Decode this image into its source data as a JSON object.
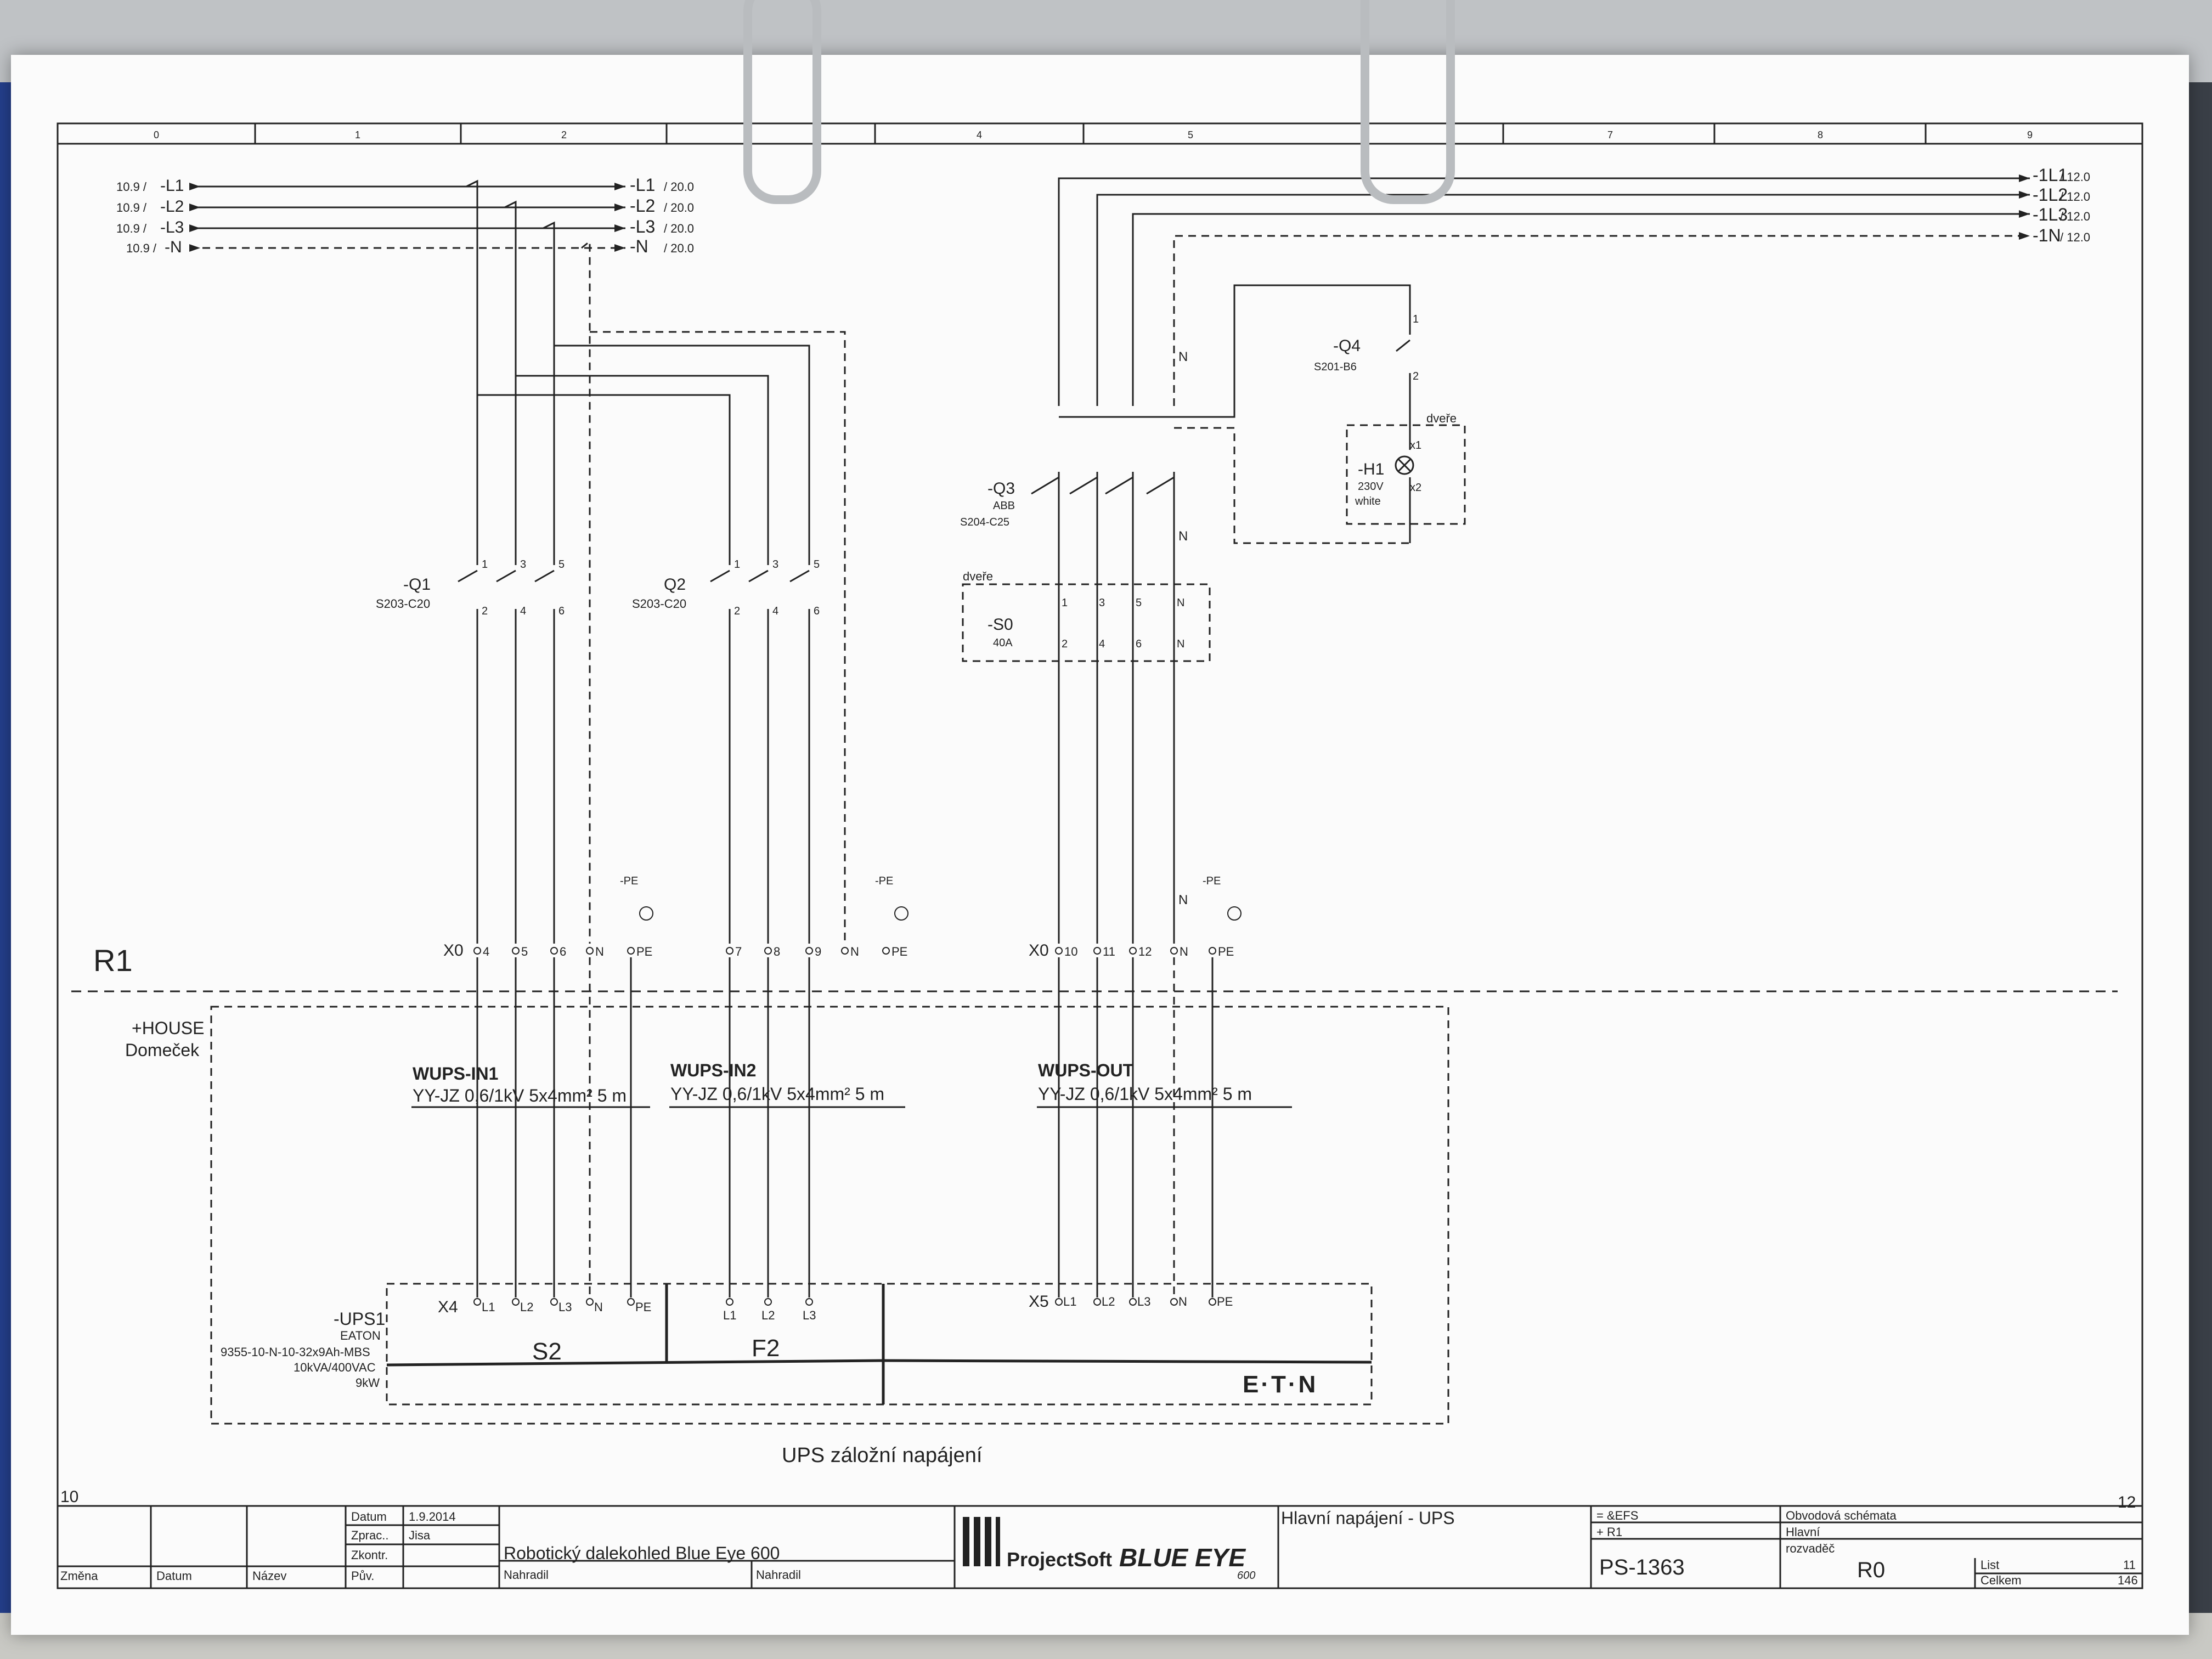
{
  "frame": {
    "columns": [
      "0",
      "1",
      "2",
      "",
      "4",
      "5",
      "",
      "7",
      "8",
      "9"
    ],
    "left_page_number": "10",
    "right_page_number": "12"
  },
  "inputs": [
    {
      "ref": "10.9 /",
      "name": "-L1"
    },
    {
      "ref": "10.9 /",
      "name": "-L2"
    },
    {
      "ref": "10.9 /",
      "name": "-L3"
    },
    {
      "ref": "10.9 /",
      "name": "-N"
    }
  ],
  "through_outputs": [
    {
      "name": "-L1",
      "ref": "/ 20.0"
    },
    {
      "name": "-L2",
      "ref": "/ 20.0"
    },
    {
      "name": "-L3",
      "ref": "/ 20.0"
    },
    {
      "name": "-N",
      "ref": "/ 20.0"
    }
  ],
  "right_outputs": [
    {
      "name": "-1L1",
      "ref": "/ 12.0"
    },
    {
      "name": "-1L2",
      "ref": "/ 12.0"
    },
    {
      "name": "-1L3",
      "ref": "/ 12.0"
    },
    {
      "name": "-1N",
      "ref": "/ 12.0"
    }
  ],
  "breakers": {
    "q1": {
      "name": "-Q1",
      "type": "S203-C20",
      "pins_top": [
        "1",
        "3",
        "5"
      ],
      "pins_bottom": [
        "2",
        "4",
        "6"
      ]
    },
    "q2": {
      "name": "Q2",
      "type": "S203-C20",
      "pins_top": [
        "1",
        "3",
        "5"
      ],
      "pins_bottom": [
        "2",
        "4",
        "6"
      ]
    },
    "q3": {
      "name": "-Q3",
      "maker": "ABB",
      "type": "S204-C25"
    },
    "q4": {
      "name": "-Q4",
      "type": "S201-B6",
      "pin_top": "1",
      "pin_bottom": "2"
    },
    "s0": {
      "name": "-S0",
      "rating": "40A",
      "box_label": "dveře",
      "pins_top": [
        "1",
        "3",
        "5",
        "N"
      ],
      "pins_bottom": [
        "2",
        "4",
        "6",
        "N"
      ]
    },
    "h1": {
      "name": "-H1",
      "voltage": "230V",
      "color": "white",
      "box_label": "dveře",
      "pin_x1": "x1",
      "pin_x2": "x2"
    }
  },
  "n_label": "N",
  "pe_label": "-PE",
  "terminals": {
    "x0a": {
      "name": "X0",
      "pins": [
        "4",
        "5",
        "6",
        "N",
        "PE",
        "7",
        "8",
        "9",
        "N",
        "PE"
      ]
    },
    "x0b": {
      "name": "X0",
      "pins": [
        "10",
        "11",
        "12",
        "N",
        "PE"
      ]
    },
    "x4": {
      "name": "X4",
      "pins": [
        "L1",
        "L2",
        "L3",
        "N",
        "PE"
      ]
    },
    "f2_pins": [
      "L1",
      "L2",
      "L3"
    ],
    "x5": {
      "name": "X5",
      "pins": [
        "L1",
        "L2",
        "L3",
        "N",
        "PE"
      ]
    }
  },
  "location": {
    "r1": "R1",
    "house": "+HOUSE",
    "house_name": "Domeček"
  },
  "cables": [
    {
      "name": "WUPS-IN1",
      "spec": "YY-JZ 0,6/1kV 5x4mm² 5 m"
    },
    {
      "name": "WUPS-IN2",
      "spec": "YY-JZ 0,6/1kV 5x4mm² 5 m"
    },
    {
      "name": "WUPS-OUT",
      "spec": "YY-JZ 0,6/1kV 5x4mm² 5 m"
    }
  ],
  "ups": {
    "name": "-UPS1",
    "maker": "EATON",
    "model": "9355-10-N-10-32x9Ah-MBS",
    "rating": "10kVA/400VAC",
    "power": "9kW",
    "s2": "S2",
    "f2": "F2",
    "logo": "E·T·N",
    "caption": "UPS záložní napájení"
  },
  "title_block": {
    "datum_label": "Datum",
    "datum": "1.9.2014",
    "zprac_label": "Zprac..",
    "zprac": "Jisa",
    "zkontr_label": "Zkontr.",
    "puv_label": "Pův.",
    "zmena": "Změna",
    "datum2": "Datum",
    "nazev": "Název",
    "project": "Robotický dalekohled Blue Eye 600",
    "nahradil1": "Nahradil",
    "nahradil2": "Nahradil",
    "company": "ProjectSoft",
    "product": "BLUE EYE",
    "product_sub": "600",
    "sheet_title": "Hlavní napájení - UPS",
    "func": "= &EFS",
    "place": "+ R1",
    "drawing_no": "PS-1363",
    "doc_type": "Obvodová schémata",
    "device": "Hlavní",
    "device2": "rozvaděč",
    "revision": "R0",
    "list_label": "List",
    "list": "11",
    "celkem_label": "Celkem",
    "celkem": "146"
  }
}
